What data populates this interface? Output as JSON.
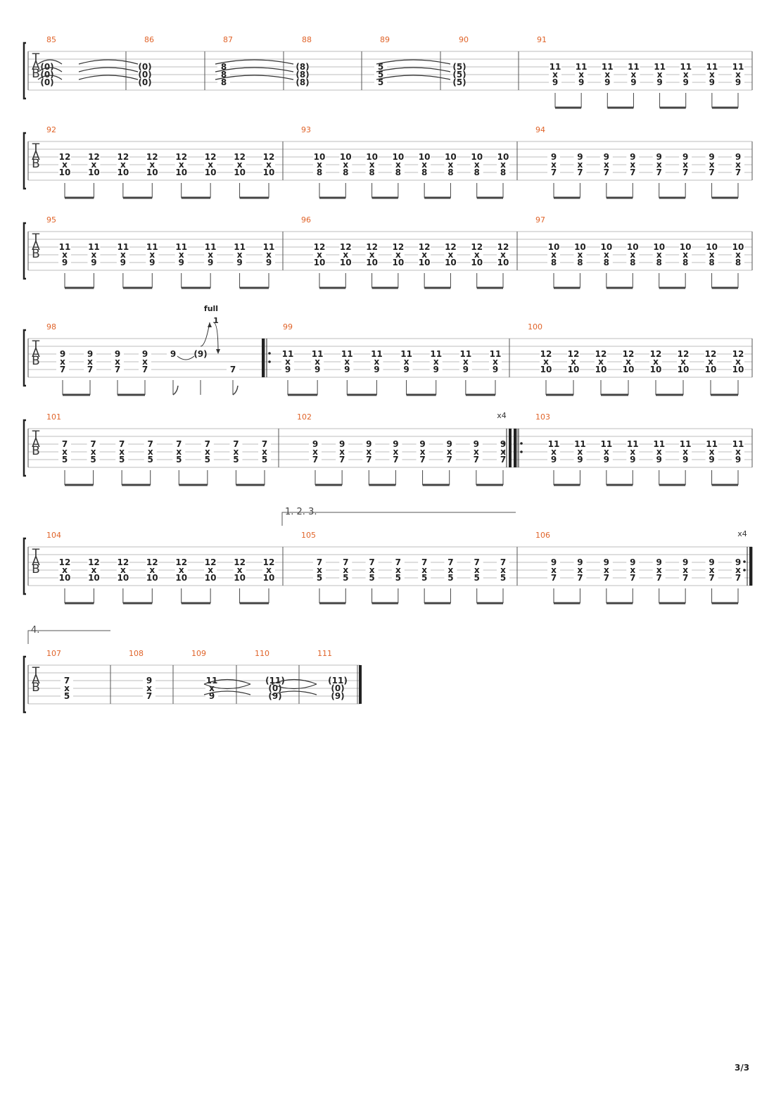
{
  "page_number": "3/3",
  "clef": [
    "T",
    "A",
    "B"
  ],
  "bend_label": "full",
  "bend_amount": "1",
  "repeat_count_1": "x4",
  "repeat_count_2": "x4",
  "volta_1": "1. 2. 3.",
  "volta_2": "4.",
  "systems": [
    {
      "measures": [
        {
          "number": "85",
          "notes": [
            [
              "(0)",
              "(0)",
              "(0)"
            ]
          ]
        },
        {
          "number": "86",
          "notes": [
            [
              "(0)",
              "(0)",
              "(0)"
            ]
          ]
        },
        {
          "number": "87",
          "notes": [
            [
              "8",
              "8",
              "8"
            ]
          ]
        },
        {
          "number": "88",
          "notes": [
            [
              "(8)",
              "(8)",
              "(8)"
            ]
          ]
        },
        {
          "number": "89",
          "notes": [
            [
              "5",
              "5",
              "5"
            ]
          ]
        },
        {
          "number": "90",
          "notes": [
            [
              "(5)",
              "(5)",
              "(5)"
            ]
          ]
        },
        {
          "number": "91",
          "notes": [
            [
              "11",
              "x",
              "9"
            ],
            [
              "11",
              "x",
              "9"
            ],
            [
              "11",
              "x",
              "9"
            ],
            [
              "11",
              "x",
              "9"
            ],
            [
              "11",
              "x",
              "9"
            ],
            [
              "11",
              "x",
              "9"
            ],
            [
              "11",
              "x",
              "9"
            ],
            [
              "11",
              "x",
              "9"
            ]
          ]
        }
      ]
    },
    {
      "measures": [
        {
          "number": "92",
          "notes": [
            [
              "12",
              "x",
              "10"
            ],
            [
              "12",
              "x",
              "10"
            ],
            [
              "12",
              "x",
              "10"
            ],
            [
              "12",
              "x",
              "10"
            ],
            [
              "12",
              "x",
              "10"
            ],
            [
              "12",
              "x",
              "10"
            ],
            [
              "12",
              "x",
              "10"
            ],
            [
              "12",
              "x",
              "10"
            ]
          ]
        },
        {
          "number": "93",
          "notes": [
            [
              "10",
              "x",
              "8"
            ],
            [
              "10",
              "x",
              "8"
            ],
            [
              "10",
              "x",
              "8"
            ],
            [
              "10",
              "x",
              "8"
            ],
            [
              "10",
              "x",
              "8"
            ],
            [
              "10",
              "x",
              "8"
            ],
            [
              "10",
              "x",
              "8"
            ],
            [
              "10",
              "x",
              "8"
            ]
          ]
        },
        {
          "number": "94",
          "notes": [
            [
              "9",
              "x",
              "7"
            ],
            [
              "9",
              "x",
              "7"
            ],
            [
              "9",
              "x",
              "7"
            ],
            [
              "9",
              "x",
              "7"
            ],
            [
              "9",
              "x",
              "7"
            ],
            [
              "9",
              "x",
              "7"
            ],
            [
              "9",
              "x",
              "7"
            ],
            [
              "9",
              "x",
              "7"
            ]
          ]
        }
      ]
    },
    {
      "measures": [
        {
          "number": "95",
          "notes": [
            [
              "11",
              "x",
              "9"
            ],
            [
              "11",
              "x",
              "9"
            ],
            [
              "11",
              "x",
              "9"
            ],
            [
              "11",
              "x",
              "9"
            ],
            [
              "11",
              "x",
              "9"
            ],
            [
              "11",
              "x",
              "9"
            ],
            [
              "11",
              "x",
              "9"
            ],
            [
              "11",
              "x",
              "9"
            ]
          ]
        },
        {
          "number": "96",
          "notes": [
            [
              "12",
              "x",
              "10"
            ],
            [
              "12",
              "x",
              "10"
            ],
            [
              "12",
              "x",
              "10"
            ],
            [
              "12",
              "x",
              "10"
            ],
            [
              "12",
              "x",
              "10"
            ],
            [
              "12",
              "x",
              "10"
            ],
            [
              "12",
              "x",
              "10"
            ],
            [
              "12",
              "x",
              "10"
            ]
          ]
        },
        {
          "number": "97",
          "notes": [
            [
              "10",
              "x",
              "8"
            ],
            [
              "10",
              "x",
              "8"
            ],
            [
              "10",
              "x",
              "8"
            ],
            [
              "10",
              "x",
              "8"
            ],
            [
              "10",
              "x",
              "8"
            ],
            [
              "10",
              "x",
              "8"
            ],
            [
              "10",
              "x",
              "8"
            ],
            [
              "10",
              "x",
              "8"
            ]
          ]
        }
      ]
    },
    {
      "measures": [
        {
          "number": "98",
          "notes": [
            [
              "9",
              "x",
              "7"
            ],
            [
              "9",
              "x",
              "7"
            ],
            [
              "9",
              "x",
              "7"
            ],
            [
              "9",
              "x",
              "7"
            ],
            [
              "9",
              "",
              ""
            ],
            [
              "(9)",
              "",
              ""
            ],
            [
              "",
              "",
              "7"
            ]
          ]
        },
        {
          "number": "99",
          "notes": [
            [
              "11",
              "x",
              "9"
            ],
            [
              "11",
              "x",
              "9"
            ],
            [
              "11",
              "x",
              "9"
            ],
            [
              "11",
              "x",
              "9"
            ],
            [
              "11",
              "x",
              "9"
            ],
            [
              "11",
              "x",
              "9"
            ],
            [
              "11",
              "x",
              "9"
            ],
            [
              "11",
              "x",
              "9"
            ]
          ]
        },
        {
          "number": "100",
          "notes": [
            [
              "12",
              "x",
              "10"
            ],
            [
              "12",
              "x",
              "10"
            ],
            [
              "12",
              "x",
              "10"
            ],
            [
              "12",
              "x",
              "10"
            ],
            [
              "12",
              "x",
              "10"
            ],
            [
              "12",
              "x",
              "10"
            ],
            [
              "12",
              "x",
              "10"
            ],
            [
              "12",
              "x",
              "10"
            ]
          ]
        }
      ]
    },
    {
      "measures": [
        {
          "number": "101",
          "notes": [
            [
              "7",
              "x",
              "5"
            ],
            [
              "7",
              "x",
              "5"
            ],
            [
              "7",
              "x",
              "5"
            ],
            [
              "7",
              "x",
              "5"
            ],
            [
              "7",
              "x",
              "5"
            ],
            [
              "7",
              "x",
              "5"
            ],
            [
              "7",
              "x",
              "5"
            ],
            [
              "7",
              "x",
              "5"
            ]
          ]
        },
        {
          "number": "102",
          "notes": [
            [
              "9",
              "x",
              "7"
            ],
            [
              "9",
              "x",
              "7"
            ],
            [
              "9",
              "x",
              "7"
            ],
            [
              "9",
              "x",
              "7"
            ],
            [
              "9",
              "x",
              "7"
            ],
            [
              "9",
              "x",
              "7"
            ],
            [
              "9",
              "x",
              "7"
            ],
            [
              "9",
              "x",
              "7"
            ]
          ]
        },
        {
          "number": "103",
          "notes": [
            [
              "11",
              "x",
              "9"
            ],
            [
              "11",
              "x",
              "9"
            ],
            [
              "11",
              "x",
              "9"
            ],
            [
              "11",
              "x",
              "9"
            ],
            [
              "11",
              "x",
              "9"
            ],
            [
              "11",
              "x",
              "9"
            ],
            [
              "11",
              "x",
              "9"
            ],
            [
              "11",
              "x",
              "9"
            ]
          ]
        }
      ]
    },
    {
      "measures": [
        {
          "number": "104",
          "notes": [
            [
              "12",
              "x",
              "10"
            ],
            [
              "12",
              "x",
              "10"
            ],
            [
              "12",
              "x",
              "10"
            ],
            [
              "12",
              "x",
              "10"
            ],
            [
              "12",
              "x",
              "10"
            ],
            [
              "12",
              "x",
              "10"
            ],
            [
              "12",
              "x",
              "10"
            ],
            [
              "12",
              "x",
              "10"
            ]
          ]
        },
        {
          "number": "105",
          "notes": [
            [
              "7",
              "x",
              "5"
            ],
            [
              "7",
              "x",
              "5"
            ],
            [
              "7",
              "x",
              "5"
            ],
            [
              "7",
              "x",
              "5"
            ],
            [
              "7",
              "x",
              "5"
            ],
            [
              "7",
              "x",
              "5"
            ],
            [
              "7",
              "x",
              "5"
            ],
            [
              "7",
              "x",
              "5"
            ]
          ]
        },
        {
          "number": "106",
          "notes": [
            [
              "9",
              "x",
              "7"
            ],
            [
              "9",
              "x",
              "7"
            ],
            [
              "9",
              "x",
              "7"
            ],
            [
              "9",
              "x",
              "7"
            ],
            [
              "9",
              "x",
              "7"
            ],
            [
              "9",
              "x",
              "7"
            ],
            [
              "9",
              "x",
              "7"
            ],
            [
              "9",
              "x",
              "7"
            ]
          ]
        }
      ]
    },
    {
      "measures": [
        {
          "number": "107",
          "notes": [
            [
              "7",
              "x",
              "5"
            ]
          ]
        },
        {
          "number": "108",
          "notes": [
            [
              "9",
              "x",
              "7"
            ]
          ]
        },
        {
          "number": "109",
          "notes": [
            [
              "11",
              "x",
              "9"
            ]
          ]
        },
        {
          "number": "110",
          "notes": [
            [
              "(11)",
              "(0)",
              "(9)"
            ]
          ]
        },
        {
          "number": "111",
          "notes": [
            [
              "(11)",
              "(0)",
              "(9)"
            ]
          ]
        }
      ]
    }
  ]
}
